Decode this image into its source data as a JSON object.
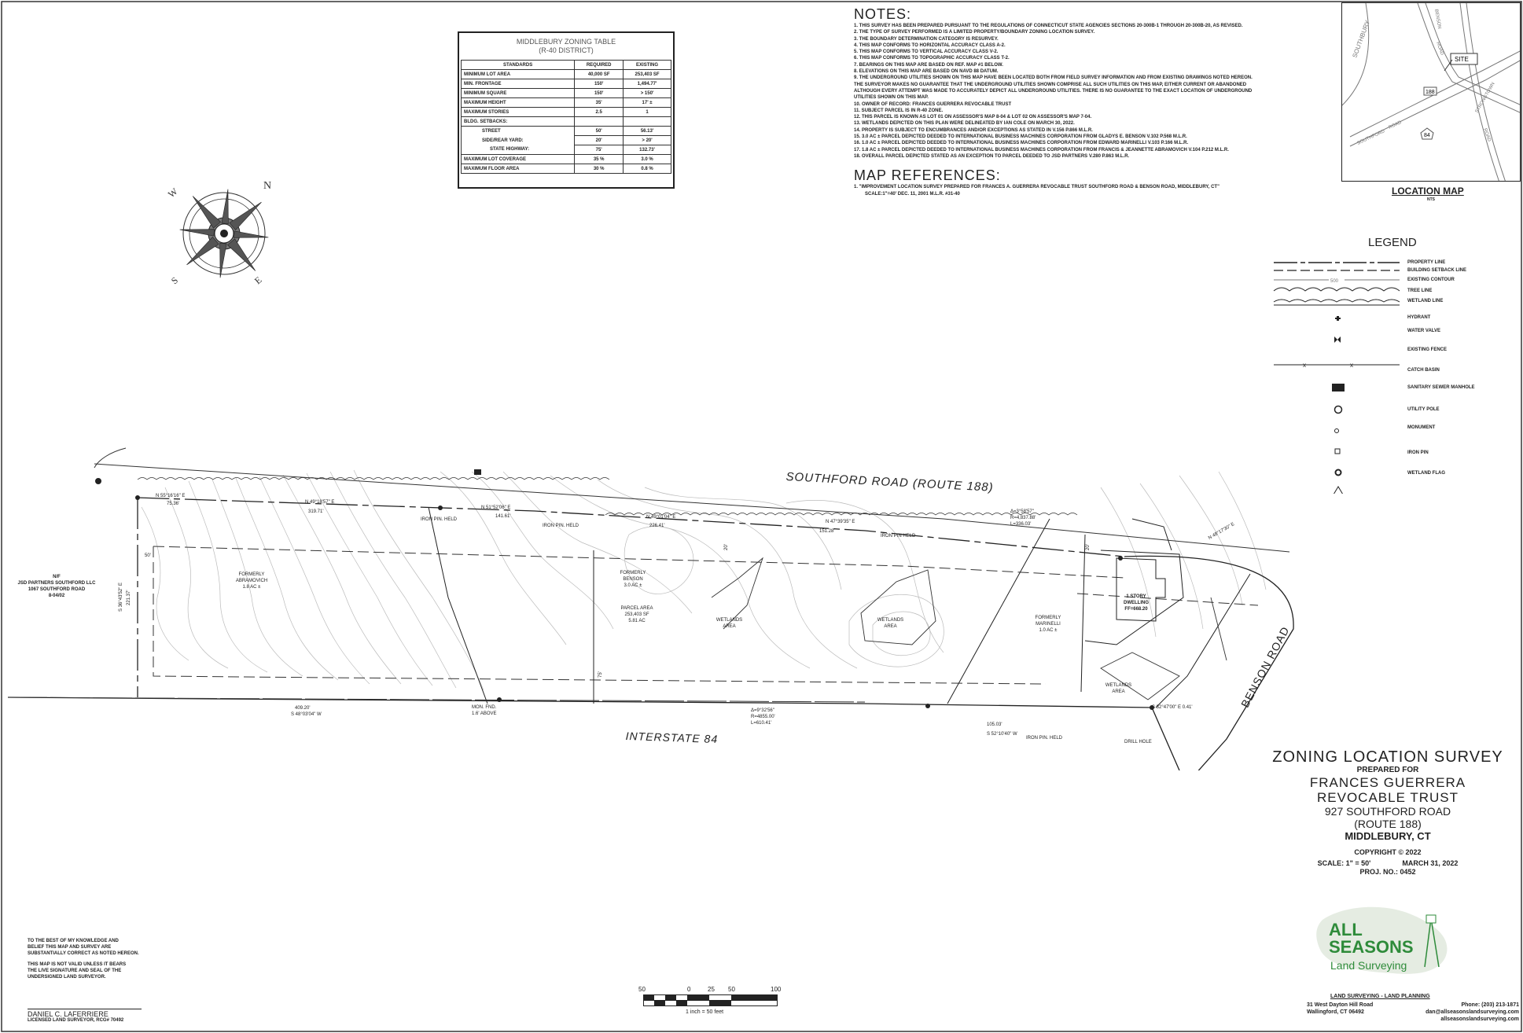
{
  "zoning_table": {
    "title": "MIDDLEBURY ZONING TABLE",
    "subtitle": "(R-40 DISTRICT)",
    "headers": [
      "STANDARDS",
      "REQUIRED",
      "EXISTING"
    ],
    "rows": [
      [
        "MINIMUM LOT AREA",
        "40,000 SF",
        "253,403 SF"
      ],
      [
        "MIN. FRONTAGE",
        "150'",
        "1,494.77'"
      ],
      [
        "MINIMUM SQUARE",
        "150'",
        "> 150'"
      ],
      [
        "MAXIMUM HEIGHT",
        "35'",
        "17' ±"
      ],
      [
        "MAXIMUM STORIES",
        "2.5",
        "1"
      ],
      [
        "BLDG. SETBACKS:",
        "",
        ""
      ],
      [
        "STREET",
        "50'",
        "56.13'"
      ],
      [
        "SIDE/REAR YARD:",
        "20'",
        "> 20'"
      ],
      [
        "STATE HIGHWAY:",
        "75'",
        "132.73'"
      ],
      [
        "MAXIMUM LOT COVERAGE",
        "35 %",
        "3.0 %"
      ],
      [
        "MAXIMUM FLOOR AREA",
        "30 %",
        "0.8 %"
      ]
    ]
  },
  "notes": {
    "heading": "NOTES:",
    "items": [
      "1. THIS SURVEY HAS BEEN PREPARED PURSUANT TO THE REGULATIONS OF CONNECTICUT STATE AGENCIES SECTIONS 20-300B-1 THROUGH 20-300B-20, AS REVISED.",
      "2. THE TYPE OF SURVEY PERFORMED IS A LIMITED PROPERTY/BOUNDARY ZONING LOCATION SURVEY.",
      "3. THE BOUNDARY DETERMINATION CATEGORY IS RESURVEY.",
      "4. THIS MAP CONFORMS TO HORIZONTAL ACCURACY CLASS A-2.",
      "5. THIS MAP CONFORMS TO VERTICAL ACCURACY CLASS V-2.",
      "6. THIS MAP CONFORMS TO TOPOGRAPHIC ACCURACY CLASS T-2.",
      "7. BEARINGS ON THIS MAP ARE BASED ON REF. MAP #1 BELOW.",
      "8. ELEVATIONS ON THIS MAP ARE BASED ON NAVD 88 DATUM.",
      "9. THE UNDERGROUND UTILITIES SHOWN ON THIS MAP HAVE BEEN LOCATED BOTH FROM FIELD SURVEY INFORMATION AND FROM EXISTING DRAWINGS NOTED HEREON.",
      "THE SURVEYOR MAKES NO GUARANTEE THAT THE UNDERGROUND UTILITIES SHOWN COMPRISE ALL SUCH UTILITIES ON THIS MAP, EITHER CURRENT OR ABANDONED",
      "ALTHOUGH EVERY ATTEMPT WAS MADE TO ACCURATELY DEPICT ALL UNDERGROUND UTILITIES. THERE IS NO GUARANTEE TO THE EXACT LOCATION OF UNDERGROUND",
      "UTILITIES SHOWN ON THIS MAP.",
      "10. OWNER OF RECORD: FRANCES GUERRERA REVOCABLE TRUST",
      "11. SUBJECT PARCEL IS IN R-40 ZONE.",
      "12. THIS PARCEL IS KNOWN AS LOT 01 ON ASSESSOR'S MAP 8-04 & LOT 02 ON ASSESSOR'S MAP 7-04.",
      "13. WETLANDS DEPICTED ON THIS PLAN WERE DELINEATED BY IAN COLE ON MARCH 30, 2022.",
      "14. PROPERTY IS SUBJECT TO ENCUMBRANCES AND/OR EXCEPTIONS AS STATED IN V.156 P.866 M.L.R.",
      "15. 3.0 AC ± PARCEL DEPICTED DEEDED TO INTERNATIONAL BUSINESS MACHINES CORPORATION FROM GLADYS E. BENSON V.102 P.568 M.L.R.",
      "16. 1.0 AC ± PARCEL DEPICTED DEEDED TO INTERNATIONAL BUSINESS MACHINES CORPORATION FROM EDWARD MARINELLI V.103 P.166 M.L.R.",
      "17. 1.8 AC ± PARCEL DEPICTED DEEDED TO INTERNATIONAL BUSINESS MACHINES CORPORATION FROM FRANCIS & JEANNETTE ABRAMOVICH V.104 P.212 M.L.R.",
      "18. OVERALL PARCEL DEPICTED STATED AS AN EXCEPTION TO PARCEL DEEDED TO JSD PARTNERS V.280 P.863 M.L.R."
    ]
  },
  "map_references": {
    "heading": "MAP REFERENCES:",
    "items": [
      "1. \"IMPROVEMENT LOCATION SURVEY PREPARED FOR FRANCES A. GUERRERA REVOCABLE TRUST SOUTHFORD ROAD & BENSON ROAD, MIDDLEBURY, CT\"",
      "SCALE:1\"=40'        DEC. 11, 2001        M.L.R. #31-40"
    ]
  },
  "location_map": {
    "title": "LOCATION MAP",
    "subtitle": "NTS",
    "labels": [
      "SOUTHBURY",
      "SITE",
      "188",
      "84",
      "BENSON",
      "ROAD",
      "SOUTHFORD",
      "ROAD",
      "STRONGTOWN",
      "ROAD"
    ]
  },
  "legend": {
    "title": "LEGEND",
    "items": [
      "PROPERTY LINE",
      "BUILDING SETBACK LINE",
      "EXISTING CONTOUR",
      "TREE LINE",
      "WETLAND LINE",
      "HYDRANT",
      "WATER VALVE",
      "EXISTING FENCE",
      "CATCH BASIN",
      "SANITARY SEWER MANHOLE",
      "UTILITY POLE",
      "MONUMENT",
      "IRON PIN",
      "WETLAND FLAG"
    ],
    "contour_label": "500"
  },
  "plan": {
    "road_north": "SOUTHFORD ROAD (ROUTE 188)",
    "road_south": "INTERSTATE 84",
    "road_east": "BENSON ROAD",
    "abutter": [
      "N/F",
      "JSD PARTNERS SOUTHFORD LLC",
      "1067 SOUTHFORD ROAD",
      "8-04/02"
    ],
    "parcels": [
      [
        "FORMERLY",
        "ABRAMOVICH",
        "1.8 AC ±"
      ],
      [
        "FORMERLY",
        "BENSON",
        "3.0 AC ±"
      ],
      [
        "PARCEL AREA",
        "253,403 SF",
        "5.81 AC"
      ],
      [
        "FORMERLY",
        "MARINELLI",
        "1.0 AC ±"
      ]
    ],
    "wetland_label": "WETLANDS AREA",
    "building": [
      "1 STORY",
      "DWELLING",
      "FF=668.20"
    ],
    "bearings_north": [
      "N 55°16'16\" E",
      "N 49°18'57\" E",
      "N 51°52'06\" E",
      "N 49°01'04\" E",
      "N 47°39'35\" E",
      "N 48°17'30\" E"
    ],
    "distances_north": [
      "75.36'",
      "319.71'",
      "141.61'",
      "226.41'",
      "151.28'"
    ],
    "bearings_south": [
      "S 48°03'04\" W",
      "S 52°10'40\" W"
    ],
    "distances_south": [
      "409.20'",
      "105.03'"
    ],
    "curve_north": [
      "Δ=3°58'57\"",
      "R=4,837.88'",
      "L=336.03'"
    ],
    "curve_south": [
      "Δ=9°32'56\"",
      "R=4855.00'",
      "L=610.41'"
    ],
    "west_line": [
      "S 36°43'52\" E",
      "221.37'"
    ],
    "setback_labels": [
      "75'",
      "50'",
      "20'",
      "20'"
    ],
    "misc_labels": [
      "IRON PIN. HELD",
      "IRON PIN. HELD",
      "IRON PIN HELD",
      "IRON PIN. HELD",
      "DRILL HOLE",
      "MON. FND.",
      "1.6' ABOVE",
      "S 32°47'00\" E 0.41'"
    ]
  },
  "title_block": {
    "line1": "ZONING LOCATION SURVEY",
    "line2": "PREPARED FOR",
    "line3": "FRANCES GUERRERA",
    "line4": "REVOCABLE TRUST",
    "line5": "927 SOUTHFORD ROAD",
    "line6": "(ROUTE 188)",
    "line7": "MIDDLEBURY, CT",
    "copyright": "COPYRIGHT © 2022",
    "scale": "SCALE: 1\" = 50'",
    "date": "MARCH 31, 2022",
    "proj": "PROJ. NO.: 0452"
  },
  "logo": {
    "line1": "ALL",
    "line2": "SEASONS",
    "line3": "Land Surveying",
    "colors": {
      "green": "#2e8b3a",
      "bg": "#e5ece2"
    }
  },
  "contact": {
    "tagline": "LAND SURVEYING - LAND PLANNING",
    "address1": "31 West Dayton Hill Road",
    "address2": "Wallingford, CT 06492",
    "phone": "Phone: (203) 213-1871",
    "email": "dan@allseasonslandsurveying.com",
    "web": "allseasonslandsurveying.com"
  },
  "certification": {
    "lines": [
      "TO THE BEST OF MY KNOWLEDGE AND",
      "BELIEF THIS MAP AND SURVEY ARE",
      "SUBSTANTIALLY CORRECT AS NOTED HEREON.",
      "",
      "THIS MAP IS NOT VALID UNLESS IT BEARS",
      "THE LIVE SIGNATURE AND SEAL OF THE",
      "UNDERSIGNED LAND SURVEYOR."
    ],
    "name": "DANIEL C. LAFERRIERE",
    "license": "LICENSED LAND SURVEYOR, RCG# 70492"
  },
  "scale_bar": {
    "ticks": [
      "50",
      "0",
      "25",
      "50",
      "100"
    ],
    "caption": "1 inch = 50 feet"
  },
  "north_arrow": {
    "letters": [
      "N",
      "S",
      "E",
      "W"
    ]
  }
}
